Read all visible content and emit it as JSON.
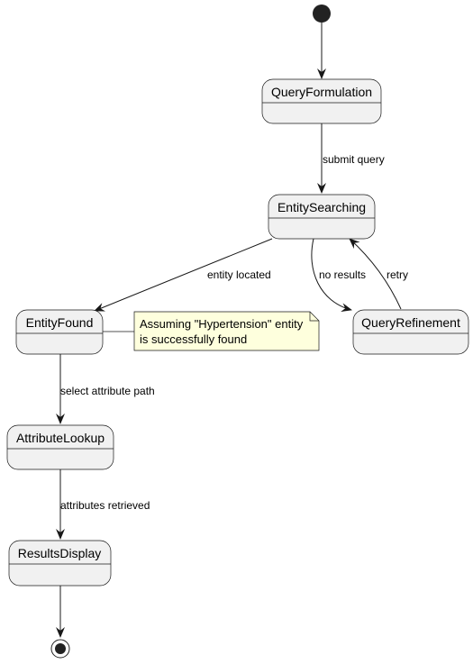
{
  "diagram": {
    "states": {
      "query_formulation": "QueryFormulation",
      "entity_searching": "EntitySearching",
      "entity_found": "EntityFound",
      "query_refinement": "QueryRefinement",
      "attribute_lookup": "AttributeLookup",
      "results_display": "ResultsDisplay"
    },
    "transitions": {
      "submit_query": "submit query",
      "entity_located": "entity located",
      "no_results": "no results",
      "retry": "retry",
      "select_attribute_path": "select attribute path",
      "attributes_retrieved": "attributes retrieved"
    },
    "note": {
      "line1": "Assuming \"Hypertension\" entity",
      "line2": "is successfully found"
    },
    "colors": {
      "state_fill": "#f1f1f1",
      "state_stroke": "#181818",
      "note_fill": "#feffdd",
      "note_stroke": "#181818",
      "edge": "#181818"
    }
  }
}
